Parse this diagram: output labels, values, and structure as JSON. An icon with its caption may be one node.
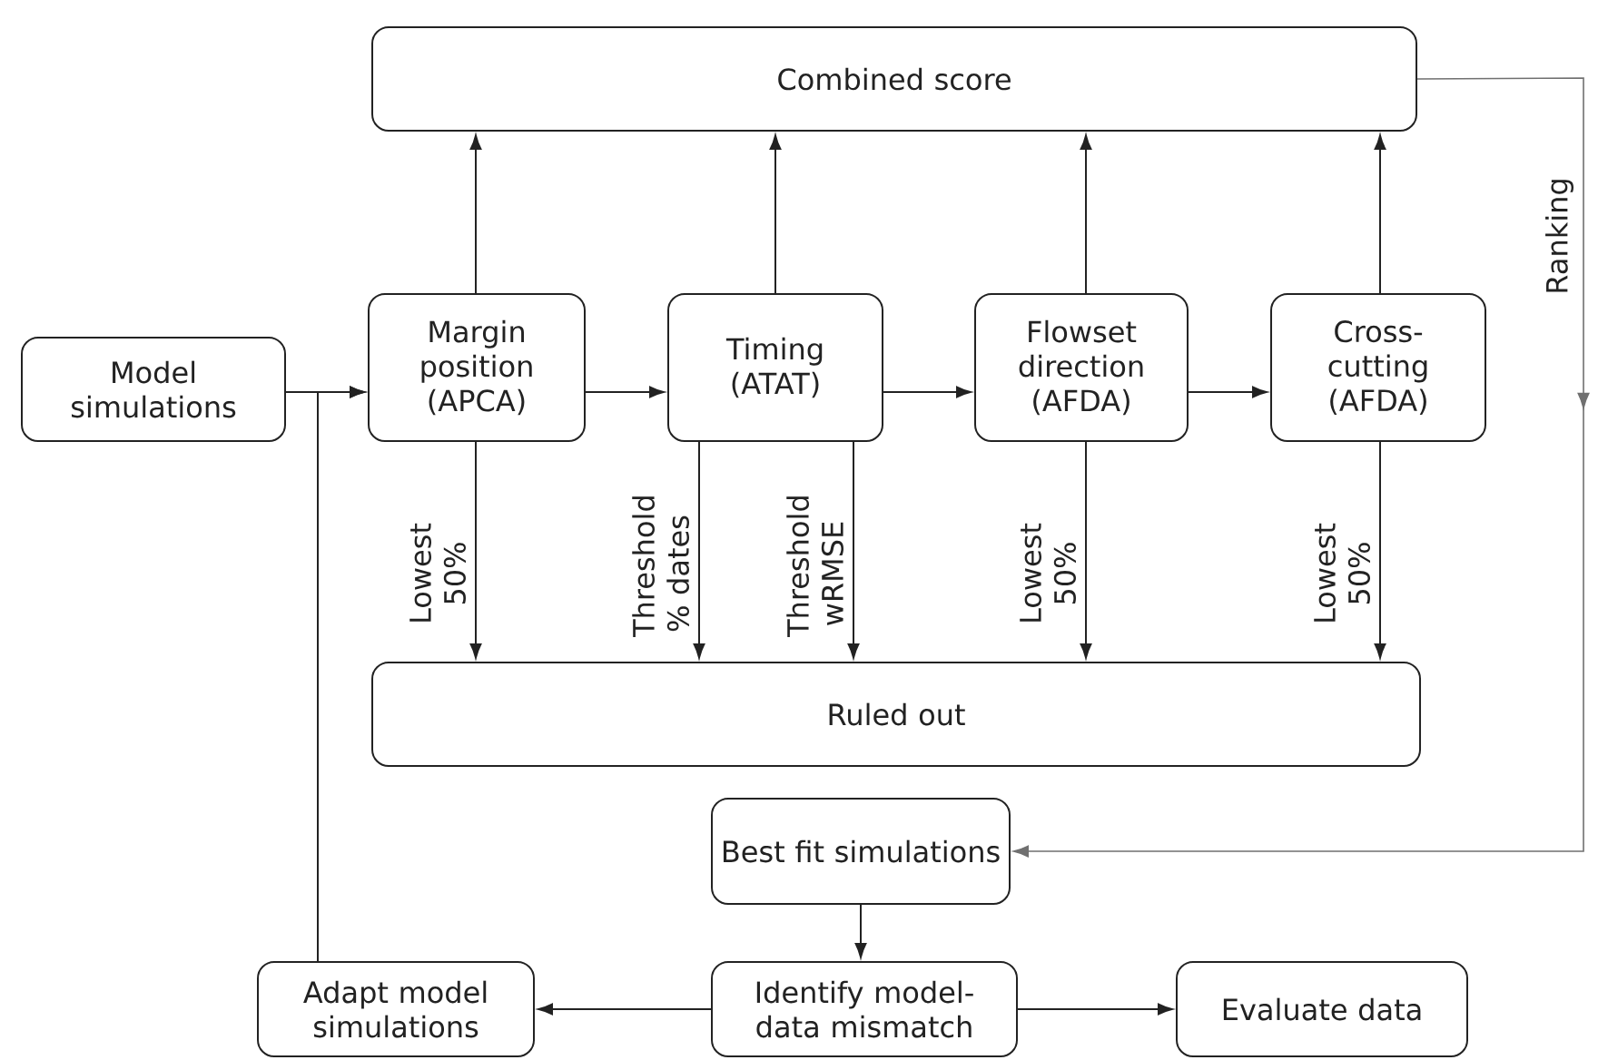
{
  "diagram": {
    "nodes": [
      {
        "text": [
          "Combined score"
        ]
      },
      {
        "text": [
          "Model simulations"
        ]
      },
      {
        "text": [
          "Margin position (APCA)"
        ]
      },
      {
        "text": [
          "Timing (ATAT)"
        ]
      },
      {
        "text": [
          "Flowset direction (AFDA)"
        ]
      },
      {
        "text": [
          "Cross-cutting (AFDA)"
        ]
      },
      {
        "text": [
          "Ruled out"
        ]
      },
      {
        "text": [
          "Best fit simulations"
        ]
      },
      {
        "text": [
          "Adapt model simulations"
        ]
      },
      {
        "text": [
          "Identify model-data mismatch"
        ]
      },
      {
        "text": [
          "Evaluate data"
        ]
      }
    ],
    "edges": [
      {
        "from": 1,
        "to": 2,
        "arrow": "to"
      },
      {
        "from": 8,
        "to": 2,
        "arrow": "to"
      },
      {
        "from": 2,
        "to": 3,
        "arrow": "to"
      },
      {
        "from": 3,
        "to": 4,
        "arrow": "to"
      },
      {
        "from": 4,
        "to": 5,
        "arrow": "to"
      },
      {
        "from": 2,
        "to": 0,
        "arrow": "to"
      },
      {
        "from": 3,
        "to": 0,
        "arrow": "to"
      },
      {
        "from": 4,
        "to": 0,
        "arrow": "to"
      },
      {
        "from": 5,
        "to": 0,
        "arrow": "to"
      },
      {
        "from": 2,
        "to": 6,
        "arrow": "to",
        "label": "Lowest 50%"
      },
      {
        "from": 3,
        "to": 6,
        "arrow": "to",
        "label": "Threshold % dates"
      },
      {
        "from": 3,
        "to": 6,
        "arrow": "to",
        "label": "Threshold wRMSE"
      },
      {
        "from": 4,
        "to": 6,
        "arrow": "to",
        "label": "Lowest 50%"
      },
      {
        "from": 5,
        "to": 6,
        "arrow": "to",
        "label": "Lowest 50%"
      },
      {
        "from": 0,
        "to": 7,
        "arrow": "to",
        "label": "Ranking",
        "color": "#707070"
      },
      {
        "from": 7,
        "to": 9,
        "arrow": "to"
      },
      {
        "from": 9,
        "to": 8,
        "arrow": "to"
      },
      {
        "from": 9,
        "to": 10,
        "arrow": "to"
      }
    ]
  }
}
